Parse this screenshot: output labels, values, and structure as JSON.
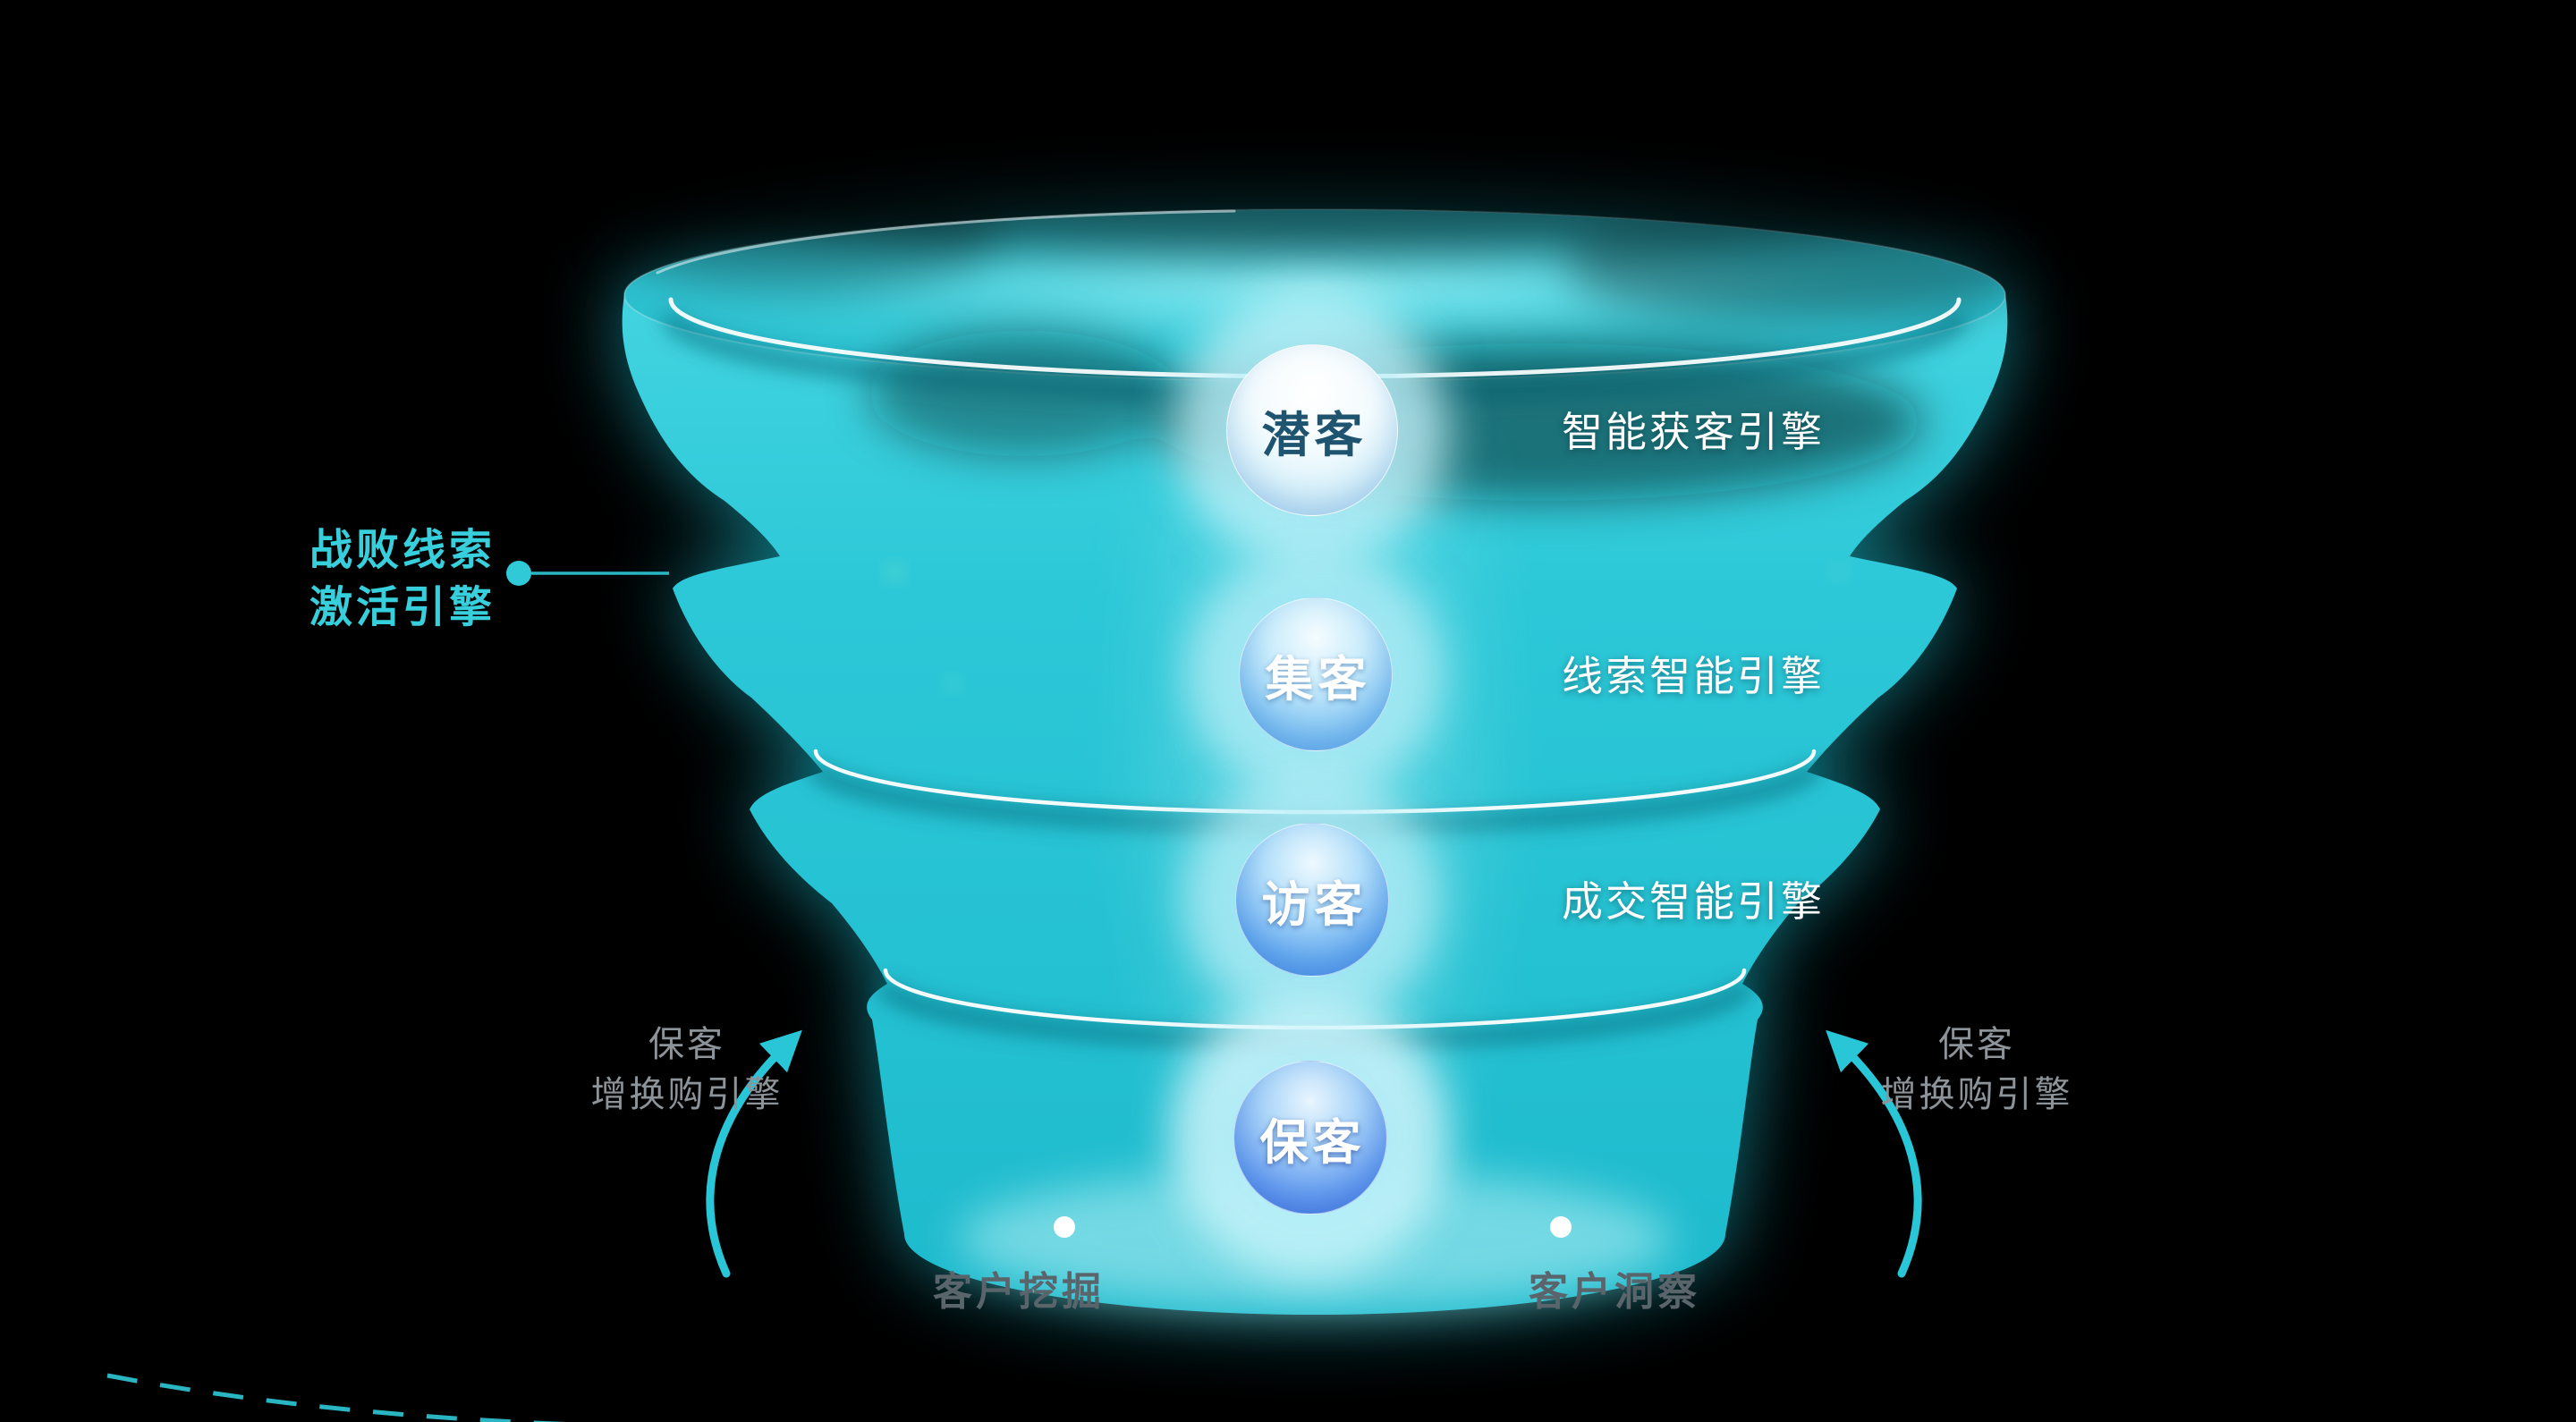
{
  "page": {
    "background": "#000000"
  },
  "colors": {
    "funnel_teal": "#29c7d6",
    "accent_cyan": "#2fc9d8",
    "ring_white": "#ffffff",
    "engine_label_white": "#ffffff",
    "lost_lead_cyan": "#38cfdc",
    "retention_gray": "#8d9499",
    "bottom_label_gray": "#5a646b",
    "sphere_blue": "#4a8cea"
  },
  "funnel": {
    "stages": [
      {
        "id": "prospects",
        "label": "潜客"
      },
      {
        "id": "leads",
        "label": "集客"
      },
      {
        "id": "visitors",
        "label": "访客"
      },
      {
        "id": "retained",
        "label": "保客"
      }
    ],
    "right_engines": [
      {
        "label": "智能获客引擎"
      },
      {
        "label": "线索智能引擎"
      },
      {
        "label": "成交智能引擎"
      }
    ],
    "lost_lead_engine": {
      "line1": "战败线索",
      "line2": "激活引擎"
    },
    "retention_engine_left": {
      "line1": "保客",
      "line2": "增换购引擎"
    },
    "retention_engine_right": {
      "line1": "保客",
      "line2": "增换购引擎"
    },
    "bottom_labels": [
      {
        "label": "客户挖掘"
      },
      {
        "label": "客户洞察"
      }
    ]
  }
}
